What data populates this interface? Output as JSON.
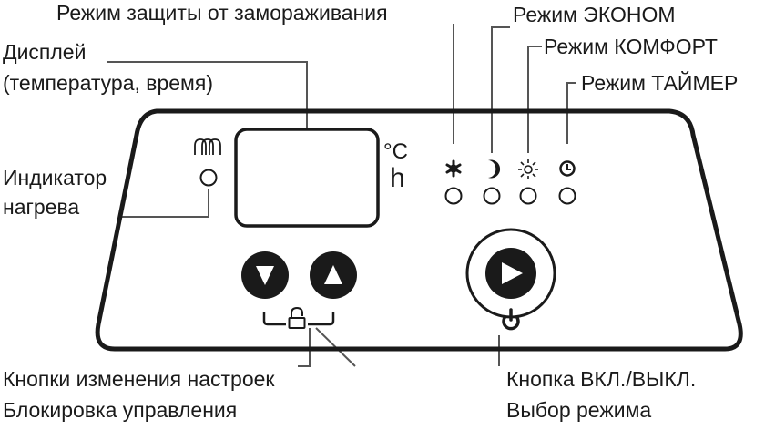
{
  "callouts": {
    "frost_mode": "Режим защиты от замораживания",
    "eco_mode": "Режим ЭКОНОМ",
    "comfort_mode": "Режим КОМФОРТ",
    "timer_mode": "Режим ТАЙМЕР",
    "display_line1": "Дисплей",
    "display_line2": "(температура, время)",
    "heat_indicator_line1": "Индикатор",
    "heat_indicator_line2": "нагрева",
    "adjust_buttons": "Кнопки изменения настроек",
    "control_lock": "Блокировка управления",
    "power_button": "Кнопка ВКЛ./ВЫКЛ.",
    "mode_select": "Выбор режима"
  },
  "display_units": {
    "celsius": "°C",
    "hours": "h"
  },
  "icons": {
    "heating": "heating-coil-icon",
    "frost": "snowflake-icon",
    "eco": "moon-icon",
    "comfort": "sun-icon",
    "timer": "clock-icon",
    "down": "arrow-down-icon",
    "up": "arrow-up-icon",
    "lock": "padlock-icon",
    "play": "play-icon",
    "power": "power-icon"
  },
  "colors": {
    "ink": "#1a1a1a",
    "panel_line": "#1a1a1a",
    "leader_line": "#555555",
    "button_fill": "#1a1a1a",
    "background": "#ffffff"
  }
}
